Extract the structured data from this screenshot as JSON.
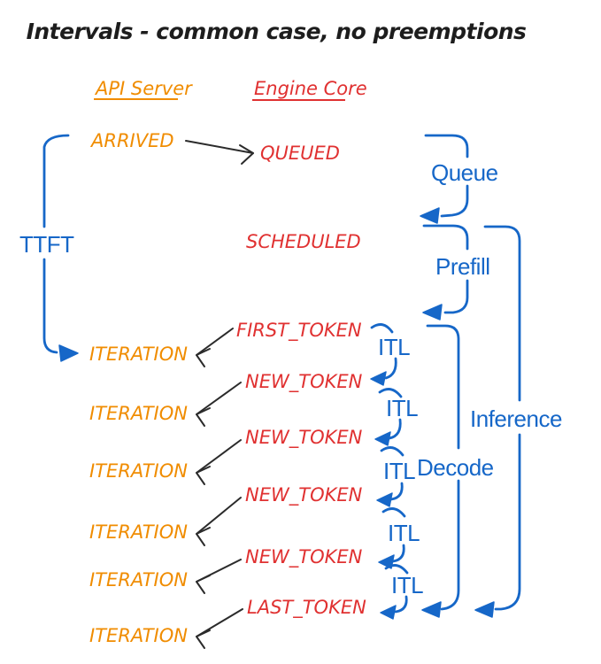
{
  "title": "Intervals - common case, no preemptions",
  "columns": {
    "api_server": "API Server",
    "engine_core": "Engine Core"
  },
  "api_events": {
    "arrived": "ARRIVED",
    "iteration": "ITERATION"
  },
  "engine_events": {
    "queued": "QUEUED",
    "scheduled": "SCHEDULED",
    "first_token": "FIRST_TOKEN",
    "new_token": "NEW_TOKEN",
    "last_token": "LAST_TOKEN"
  },
  "interval_labels": {
    "ttft": "TTFT",
    "queue": "Queue",
    "prefill": "Prefill",
    "decode": "Decode",
    "inference": "Inference",
    "itl": "ITL"
  },
  "counts": {
    "iterations": 6,
    "new_tokens": 4,
    "itl_brackets": 5
  },
  "colors": {
    "api_server_orange": "#f08c00",
    "engine_core_red": "#e03131",
    "interval_blue": "#1667c8",
    "ink_black": "#1d1d1d",
    "background": "#ffffff"
  }
}
